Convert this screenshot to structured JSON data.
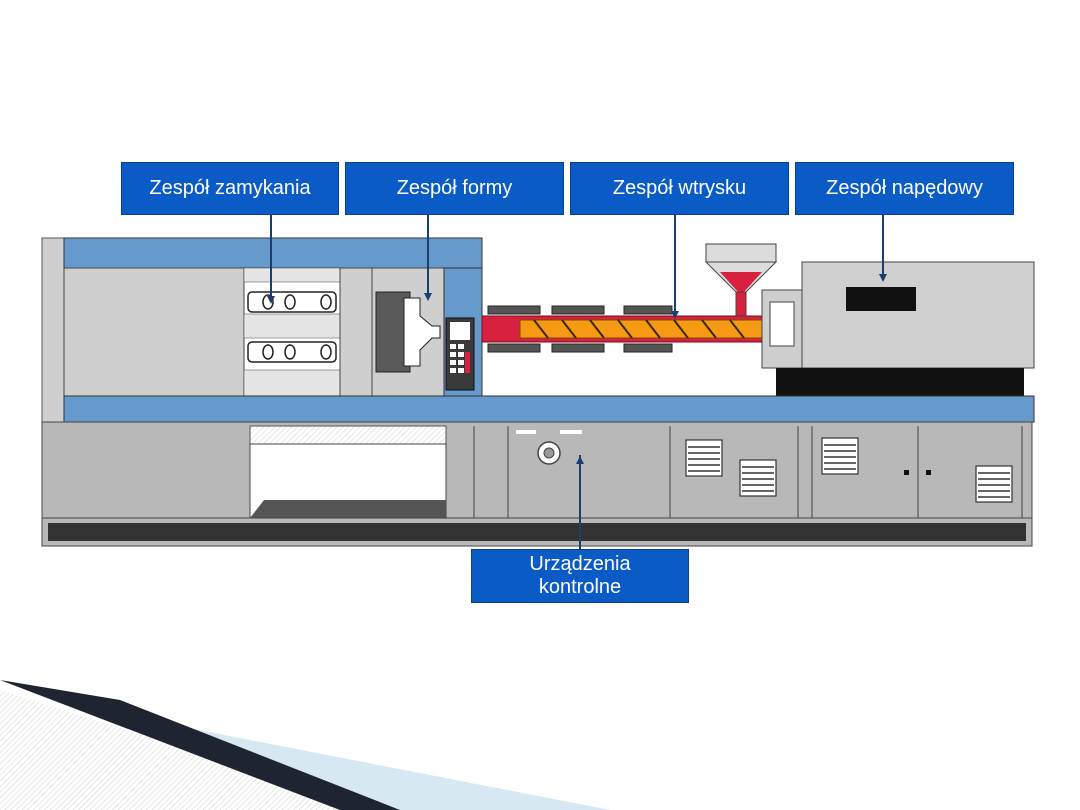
{
  "labels": {
    "clamping_unit": "Zespół zamykania",
    "mold_unit": "Zespół formy",
    "injection_unit": "Zespół wtrysku",
    "drive_unit": "Zespół napędowy",
    "control_unit_line1": "Urządzenia",
    "control_unit_line2": "kontrolne"
  },
  "colors": {
    "label_blue": "#0b5bc7",
    "frame_blue": "#6699cc",
    "machine_gray": "#b8b8b8",
    "barrel_red": "#d8213f",
    "screw_orange": "#f59a12",
    "accent_dark": "#1a3f6f"
  }
}
